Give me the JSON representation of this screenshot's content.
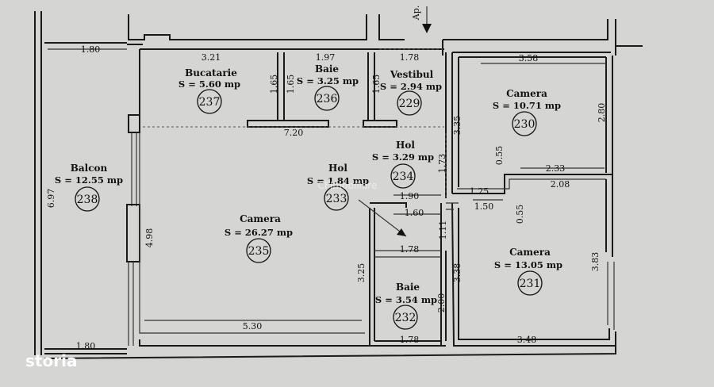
{
  "rooms": [
    {
      "name": "Bucatarie",
      "area": "S = 5.60 mp",
      "num": "237"
    },
    {
      "name": "Baie",
      "area": "S = 3.25 mp",
      "num": "236"
    },
    {
      "name": "Vestibul",
      "area": "S = 2.94 mp",
      "num": "229"
    },
    {
      "name": "Camera",
      "area": "S = 10.71 mp",
      "num": "230"
    },
    {
      "name": "Balcon",
      "area": "S = 12.55 mp",
      "num": "238"
    },
    {
      "name": "Hol",
      "area": "S = 3.29 mp",
      "num": "234"
    },
    {
      "name": "Hol",
      "area": "S = 1.84 mp",
      "num": "233"
    },
    {
      "name": "Camera",
      "area": "S = 26.27 mp",
      "num": "235"
    },
    {
      "name": "Camera",
      "area": "S = 13.05 mp",
      "num": "231"
    },
    {
      "name": "Baie",
      "area": "S = 3.54 mp",
      "num": "232"
    }
  ],
  "dims": {
    "balcon_top": "1.80",
    "bucatarie_w": "3.21",
    "baie236_w": "1.97",
    "vestibul_w": "1.78",
    "camera230_w": "3.58",
    "bucatarie_h": "1.65",
    "baie236_h": "1.65",
    "vestibul_h": "1.65",
    "hol_w": "7.20",
    "cam230_h": "2.80",
    "hol234_h": "3.35",
    "hol234_h2": "1.73",
    "c055a": "0.55",
    "c233": "2.33",
    "c125": "1.25",
    "c208": "2.08",
    "c190": "1.90",
    "c160": "1.60",
    "c150": "1.50",
    "c055b": "0.55",
    "c111": "1.11",
    "balcon_h": "6.97",
    "cam235_h": "4.98",
    "c178b": "1.78",
    "cam235_w": "5.30",
    "c325": "3.25",
    "c338": "3.38",
    "c200": "2.00",
    "c383": "3.83",
    "c178c": "1.78",
    "c348": "3.48",
    "balcon_bottom": "1.80"
  },
  "entrance": "Ap.",
  "watermark": "CFImobiliare",
  "brand": "storia"
}
